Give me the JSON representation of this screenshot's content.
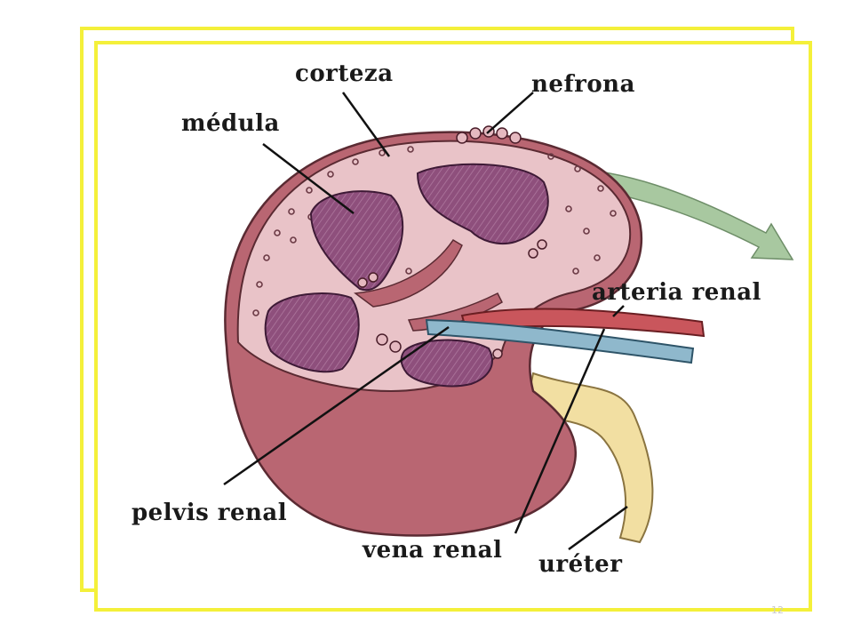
{
  "labels": {
    "corteza": "corteza",
    "nefrona": "nefrona",
    "medula": "médula",
    "arteria_renal": "arteria renal",
    "pelvis_renal": "pelvis renal",
    "vena_renal": "vena renal",
    "ureter": "uréter"
  },
  "page_number": "12",
  "colors": {
    "frame": "#f4f03a",
    "cortex": "#e9c3c8",
    "medulla": "#8e4f7c",
    "outer_kidney": "#b96672",
    "artery": "#c9565c",
    "vein": "#8fb8cc",
    "ureter": "#f2dfa2",
    "arrow": "#a8c8a0"
  }
}
